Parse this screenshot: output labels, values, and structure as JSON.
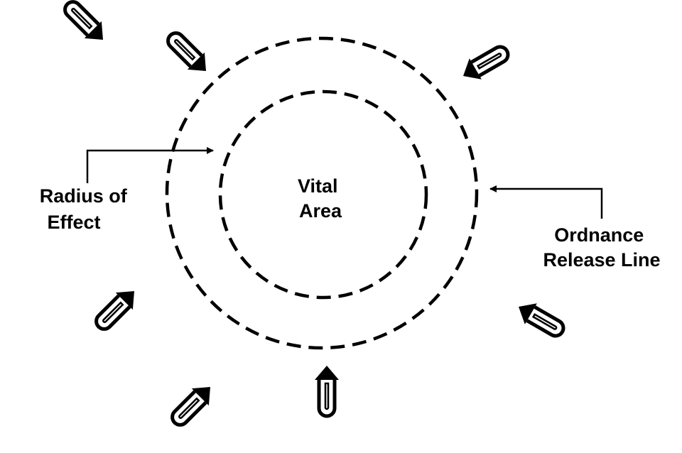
{
  "labels": {
    "vital_area": [
      "Vital",
      "Area"
    ],
    "radius_of_effect": [
      "Radius of",
      "Effect"
    ],
    "ordnance_release_line": [
      "Ordnance",
      "Release Line"
    ]
  },
  "icons": {
    "ordnance": "bomb-icon"
  },
  "colors": {
    "line": "#000000",
    "background": "#ffffff"
  }
}
